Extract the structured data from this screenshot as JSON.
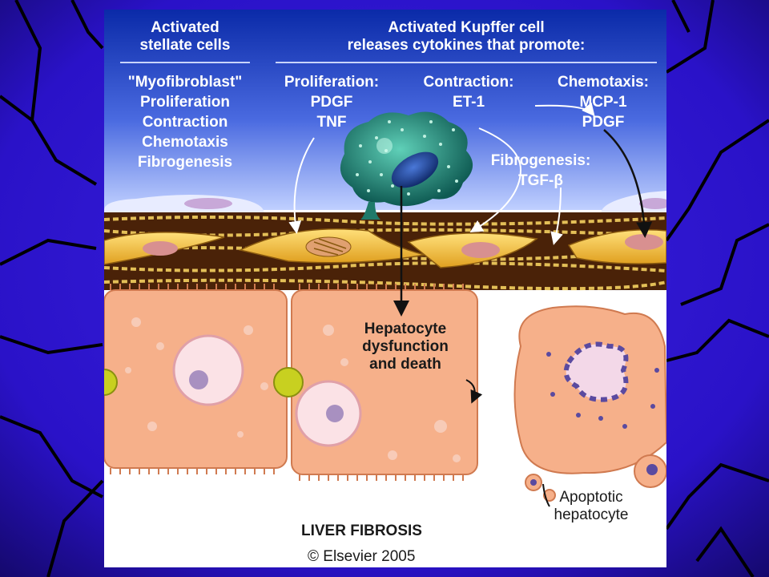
{
  "slide": {
    "background_color": "#2a12c8",
    "crack_color": "#000000"
  },
  "figure": {
    "header_left": {
      "title": [
        "Activated",
        "stellate cells"
      ],
      "items": [
        "\"Myofibroblast\"",
        "Proliferation",
        "Contraction",
        "Chemotaxis",
        "Fibrogenesis"
      ]
    },
    "header_right": {
      "title": [
        "Activated Kupffer cell",
        "releases cytokines that promote:"
      ]
    },
    "cytokines": {
      "proliferation": [
        "Proliferation:",
        "PDGF",
        "TNF"
      ],
      "contraction": [
        "Contraction:",
        "ET-1"
      ],
      "chemotaxis": [
        "Chemotaxis:",
        "MCP-1",
        "PDGF"
      ],
      "fibrogenesis": [
        "Fibrogenesis:",
        "TGF-β"
      ]
    },
    "hepatocyte_label": [
      "Hepatocyte",
      "dysfunction",
      "and death"
    ],
    "apoptotic_label": [
      "Apoptotic",
      "hepatocyte"
    ],
    "caption": "LIVER FIBROSIS",
    "copyright": "© Elsevier 2005",
    "colors": {
      "header_top": "#0a2aa8",
      "header_bottom": "#b8c8ff",
      "kupffer": "#1f8a7a",
      "nucleus": "#1c3d8a",
      "stellate": "#f2c640",
      "matrix": "#4a2208",
      "hepatocyte": "#f6b08a",
      "text_light": "#ffffff",
      "text_dark": "#1a1a1a"
    }
  }
}
